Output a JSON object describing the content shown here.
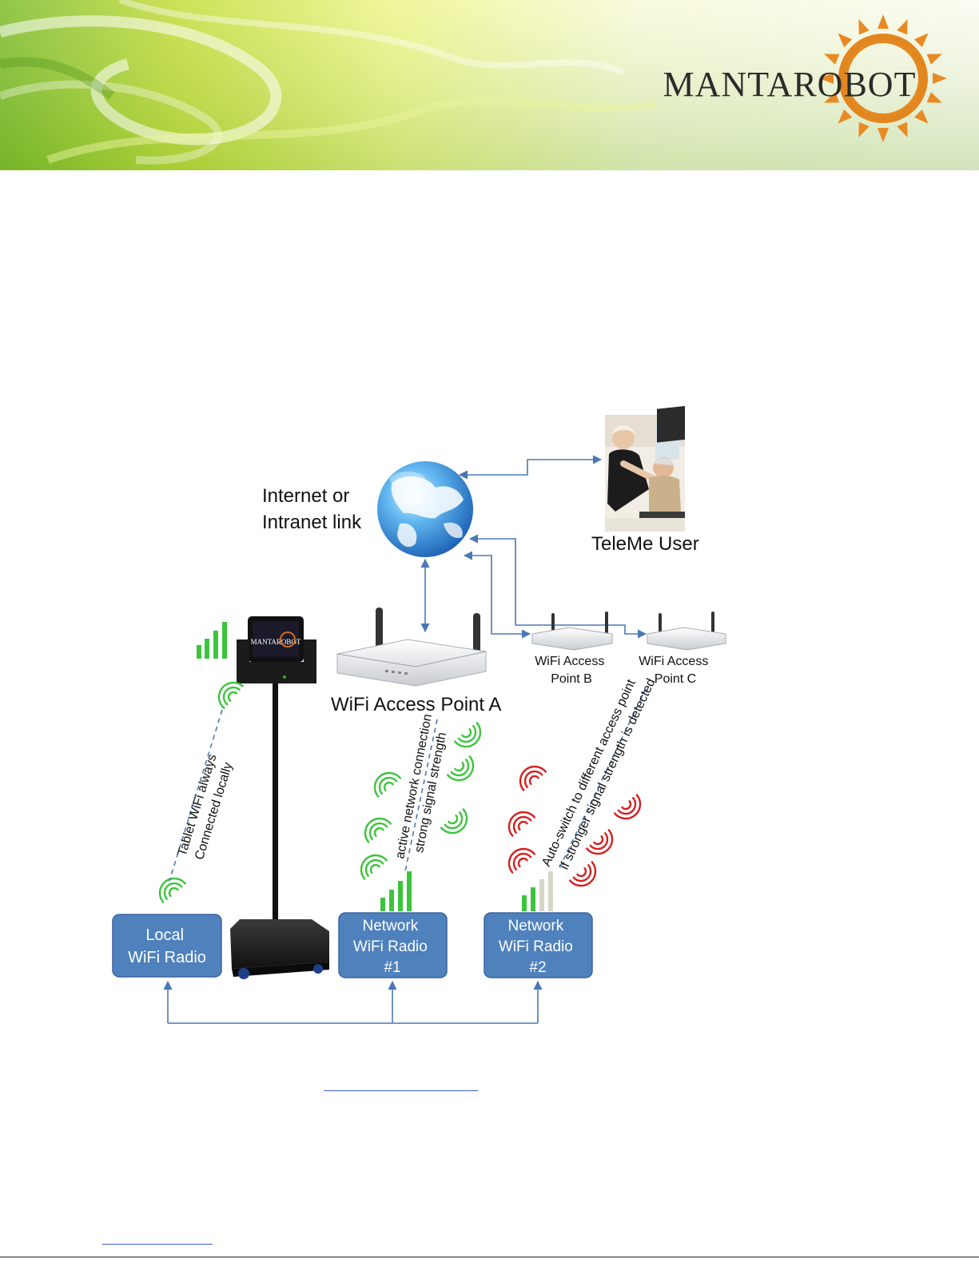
{
  "brand": {
    "name": "MANTAROBOT"
  },
  "diagram": {
    "internet_label": [
      "Internet or",
      "Intranet link"
    ],
    "user_label": "TeleMe User",
    "ap_a_label": "WiFi Access Point A",
    "ap_b_label": [
      "WiFi Access",
      "Point B"
    ],
    "ap_c_label": [
      "WiFi Access",
      "Point C"
    ],
    "tablet_note": [
      "Tablet WiFi always",
      "Connected locally"
    ],
    "active_note": [
      "active network connection",
      "strong signal strength"
    ],
    "switch_note": [
      "Auto-switch to different access point",
      "if stronger signal strength is detected"
    ],
    "boxes": {
      "local": [
        "Local",
        "WiFi Radio"
      ],
      "net1": [
        "Network",
        "WiFi Radio",
        "#1"
      ],
      "net2": [
        "Network",
        "WiFi Radio",
        "#2"
      ]
    },
    "colors": {
      "box_fill": "#4f81bd",
      "box_stroke": "#3a64a0",
      "connector": "#4a78b5",
      "signal_good": "#3cc43c",
      "signal_bad": "#d42020",
      "signal_off": "#d8d4c8"
    }
  }
}
